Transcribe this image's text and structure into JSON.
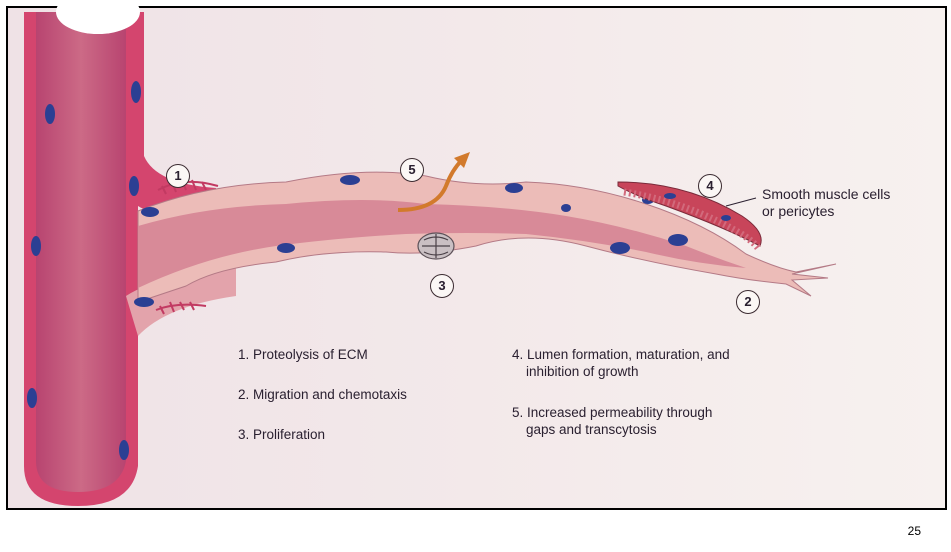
{
  "figure": {
    "markers": [
      "1",
      "2",
      "3",
      "4",
      "5"
    ],
    "smooth_muscle_label": [
      "Smooth muscle cells",
      "or pericytes"
    ],
    "legend": [
      {
        "text": "1. Proteolysis of ECM"
      },
      {
        "text": "2. Migration and chemotaxis"
      },
      {
        "text": "3. Proliferation"
      },
      {
        "text": "4. Lumen formation, maturation, and",
        "text2": "inhibition of growth"
      },
      {
        "text": "5. Increased permeability through",
        "text2": "gaps and transcytosis"
      }
    ]
  },
  "page_number": "25",
  "colors": {
    "vessel_wall": "#d4456e",
    "vessel_lumen": "#c9607e",
    "sprout": "#e9b7b4",
    "nucleus": "#2b3f93",
    "background": "#f1e5e7",
    "arrow": "#d27a2c",
    "pericyte": "#c8455a"
  }
}
